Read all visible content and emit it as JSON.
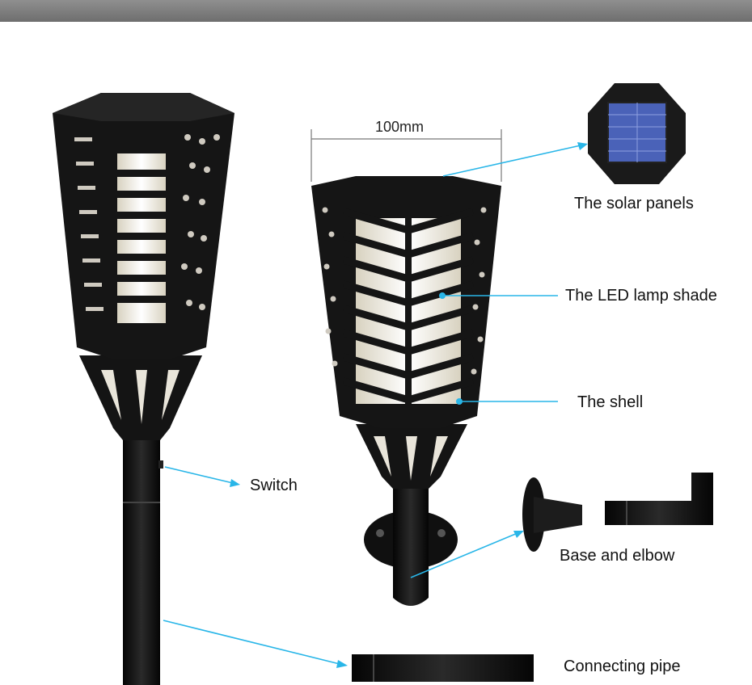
{
  "dimension": {
    "text": "100mm"
  },
  "labels": {
    "solar": "The solar panels",
    "lampshade": "The LED lamp shade",
    "shell": "The shell",
    "switch": "Switch",
    "base": "Base and elbow",
    "pipe": "Connecting pipe"
  },
  "colors": {
    "leader": "#29b6e8",
    "product": "#151515",
    "glow": "#f2efe6",
    "panel": "#4a62b8"
  }
}
